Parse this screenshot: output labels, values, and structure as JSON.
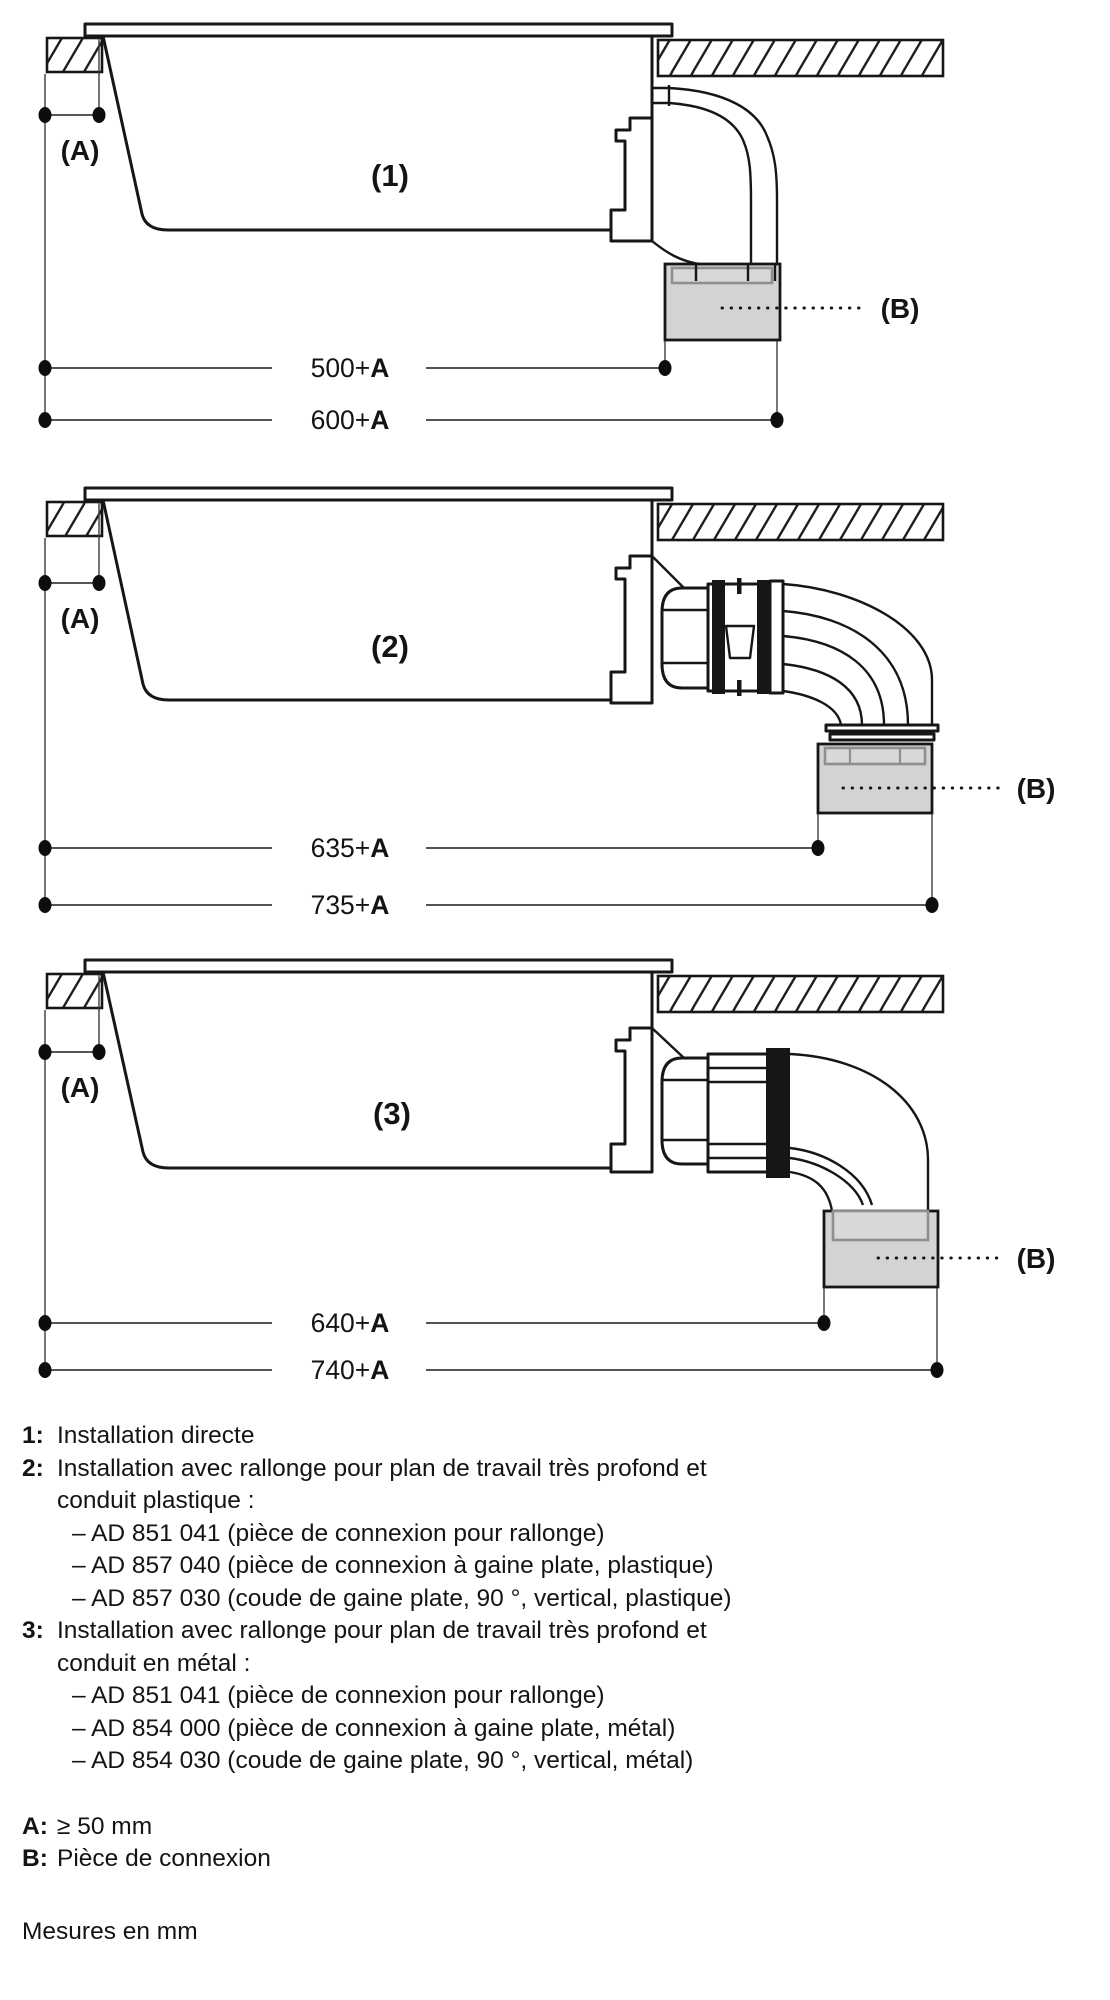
{
  "colors": {
    "line": "#161616",
    "dim_line": "#3d3d3d",
    "box_fill": "#d3d3d3",
    "box_band_fill": "#d8d8d8",
    "box_band_stroke": "#8f8f8f"
  },
  "diagrams": [
    {
      "number_label": "(1)",
      "clearance_label": "(A)",
      "connector_label": "(B)",
      "dim_inner": {
        "value": "500+",
        "ref": "A"
      },
      "dim_outer": {
        "value": "600+",
        "ref": "A"
      }
    },
    {
      "number_label": "(2)",
      "clearance_label": "(A)",
      "connector_label": "(B)",
      "dim_inner": {
        "value": "635+",
        "ref": "A"
      },
      "dim_outer": {
        "value": "735+",
        "ref": "A"
      }
    },
    {
      "number_label": "(3)",
      "clearance_label": "(A)",
      "connector_label": "(B)",
      "dim_inner": {
        "value": "640+",
        "ref": "A"
      },
      "dim_outer": {
        "value": "740+",
        "ref": "A"
      }
    }
  ],
  "legend": {
    "items": [
      {
        "prefix": "1:",
        "lines": [
          "Installation directe"
        ]
      },
      {
        "prefix": "2:",
        "lines": [
          "Installation avec rallonge pour plan de travail très profond et",
          "conduit plastique :",
          "– AD 851 041 (pièce de connexion pour rallonge)",
          "– AD 857 040 (pièce de connexion à gaine plate, plastique)",
          "– AD 857 030 (coude de gaine plate, 90 °, vertical, plastique)"
        ]
      },
      {
        "prefix": "3:",
        "lines": [
          "Installation avec rallonge pour plan de travail très profond et",
          "conduit en métal :",
          "– AD 851 041 (pièce de connexion pour rallonge)",
          "– AD 854 000 (pièce de connexion à gaine plate, métal)",
          "– AD 854 030 (coude de gaine plate, 90 °, vertical, métal)"
        ]
      }
    ],
    "notes": [
      {
        "prefix": "A:",
        "text": "≥ 50 mm"
      },
      {
        "prefix": "B:",
        "text": "Pièce de connexion"
      }
    ],
    "footer": "Mesures en mm"
  }
}
